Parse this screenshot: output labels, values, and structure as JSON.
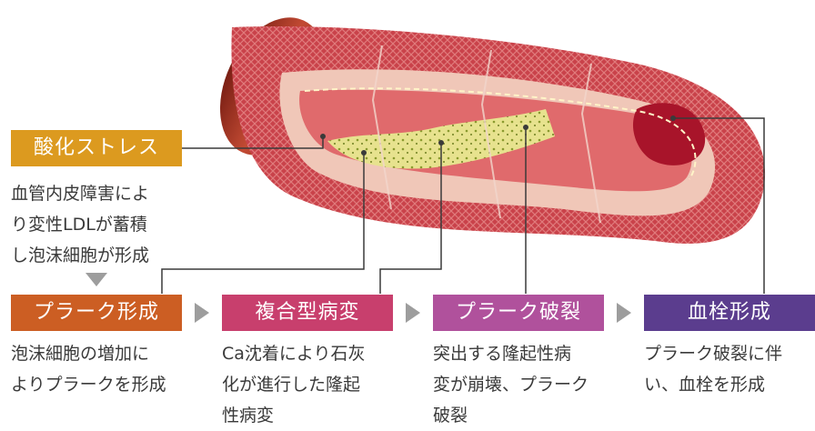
{
  "stages": [
    {
      "label": "酸化ストレス",
      "color": "#dc9a1f",
      "desc": "血管内皮障害によ\nり変性LDLが蓄積\nし泡沫細胞が形成"
    },
    {
      "label": "プラーク形成",
      "color": "#cc5e23",
      "desc": "泡沫細胞の増加に\nよりプラークを形成"
    },
    {
      "label": "複合型病変",
      "color": "#c83f6d",
      "desc": "Ca沈着により石灰\n化が進行した隆起\n性病変"
    },
    {
      "label": "プラーク破裂",
      "color": "#b0519c",
      "desc": "突出する隆起性病\n変が崩壊、プラーク\n破裂"
    },
    {
      "label": "血栓形成",
      "color": "#5b3d8e",
      "desc": "プラーク破裂に伴\nい、血栓を形成"
    }
  ],
  "flow_arrow_icon": "triangle-right-icon",
  "down_arrow_icon": "triangle-down-icon"
}
